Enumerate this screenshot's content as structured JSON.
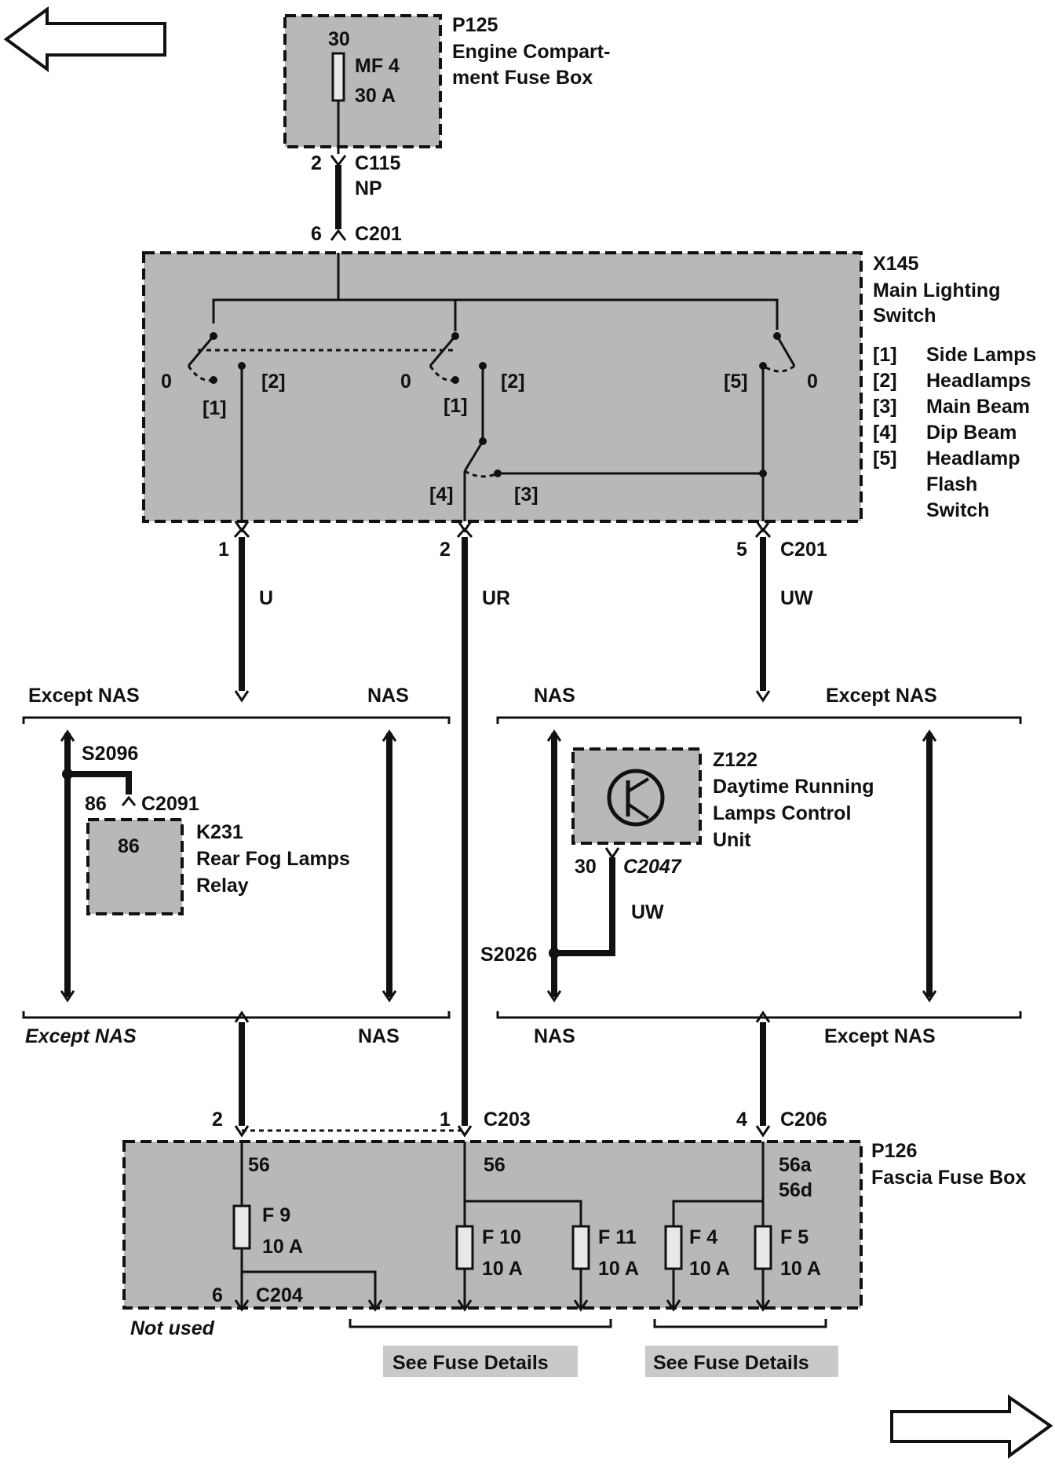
{
  "p125": {
    "id": "P125",
    "line1": "Engine Compart-",
    "line2": "ment Fuse Box",
    "pin": "30",
    "fuse": "MF 4",
    "rating": "30 A"
  },
  "c115": {
    "pin": "2",
    "id": "C115",
    "note": "NP"
  },
  "c201_top": {
    "pin": "6",
    "id": "C201"
  },
  "x145": {
    "id": "X145",
    "line1": "Main Lighting",
    "line2": "Switch",
    "legend": [
      {
        "key": "[1]",
        "text": "Side Lamps"
      },
      {
        "key": "[2]",
        "text": "Headlamps"
      },
      {
        "key": "[3]",
        "text": "Main Beam"
      },
      {
        "key": "[4]",
        "text": "Dip Beam"
      },
      {
        "key": "[5]",
        "text": "Headlamp"
      }
    ],
    "legend_cont1": "Flash",
    "legend_cont2": "Switch",
    "pos_labels": {
      "zero": "0",
      "one": "[1]",
      "two": "[2]",
      "three": "[3]",
      "four": "[4]",
      "five": "[5]"
    }
  },
  "c201_bottom": {
    "pin1": "1",
    "pin2": "2",
    "pin5": "5",
    "id": "C201"
  },
  "wires": {
    "u": "U",
    "ur": "UR",
    "uw": "UW",
    "uw2": "UW"
  },
  "variants": {
    "except_nas": "Except NAS",
    "nas": "NAS"
  },
  "s2096": "S2096",
  "c2091": {
    "pin": "86",
    "id": "C2091"
  },
  "k231": {
    "id": "K231",
    "line1": "Rear Fog Lamps",
    "line2": "Relay",
    "pin": "86"
  },
  "z122": {
    "id": "Z122",
    "line1": "Daytime Running",
    "line2": "Lamps Control",
    "line3": "Unit"
  },
  "c2047": {
    "pin": "30",
    "id": "C2047"
  },
  "s2026": "S2026",
  "c203": {
    "pin2": "2",
    "pin1": "1",
    "id": "C203"
  },
  "c206": {
    "pin": "4",
    "id": "C206"
  },
  "p126": {
    "id": "P126",
    "line1": "Fascia Fuse Box",
    "pins": {
      "left": "56",
      "mid": "56",
      "right_a": "56a",
      "right_d": "56d"
    },
    "fuses": [
      {
        "name": "F 9",
        "rating": "10 A"
      },
      {
        "name": "F 10",
        "rating": "10 A"
      },
      {
        "name": "F 11",
        "rating": "10 A"
      },
      {
        "name": "F 4",
        "rating": "10 A"
      },
      {
        "name": "F 5",
        "rating": "10 A"
      }
    ]
  },
  "c204": {
    "pin": "6",
    "id": "C204"
  },
  "not_used": "Not used",
  "see_fuse_details_1": "See Fuse Details",
  "see_fuse_details_2": "See Fuse Details"
}
